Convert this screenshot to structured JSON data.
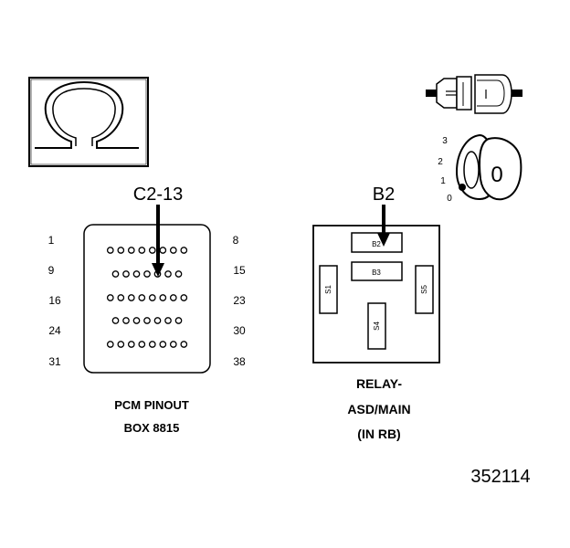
{
  "ohm_box": {
    "symbol": "Ω"
  },
  "pcm": {
    "callout": "C2-13",
    "row_numbers_left": [
      "1",
      "9",
      "16",
      "24",
      "31"
    ],
    "row_numbers_right": [
      "8",
      "15",
      "23",
      "30",
      "38"
    ],
    "caption_line1": "PCM PINOUT",
    "caption_line2": "BOX 8815"
  },
  "relay": {
    "callout": "B2",
    "terminals": [
      "B2",
      "B3",
      "S1",
      "S5",
      "S4"
    ],
    "caption_line1": "RELAY-",
    "caption_line2": "ASD/MAIN",
    "caption_line3": "(IN RB)"
  },
  "ignition": {
    "positions": [
      "3",
      "2",
      "1",
      "0"
    ],
    "key_label": "0"
  },
  "figure_number": "352114"
}
